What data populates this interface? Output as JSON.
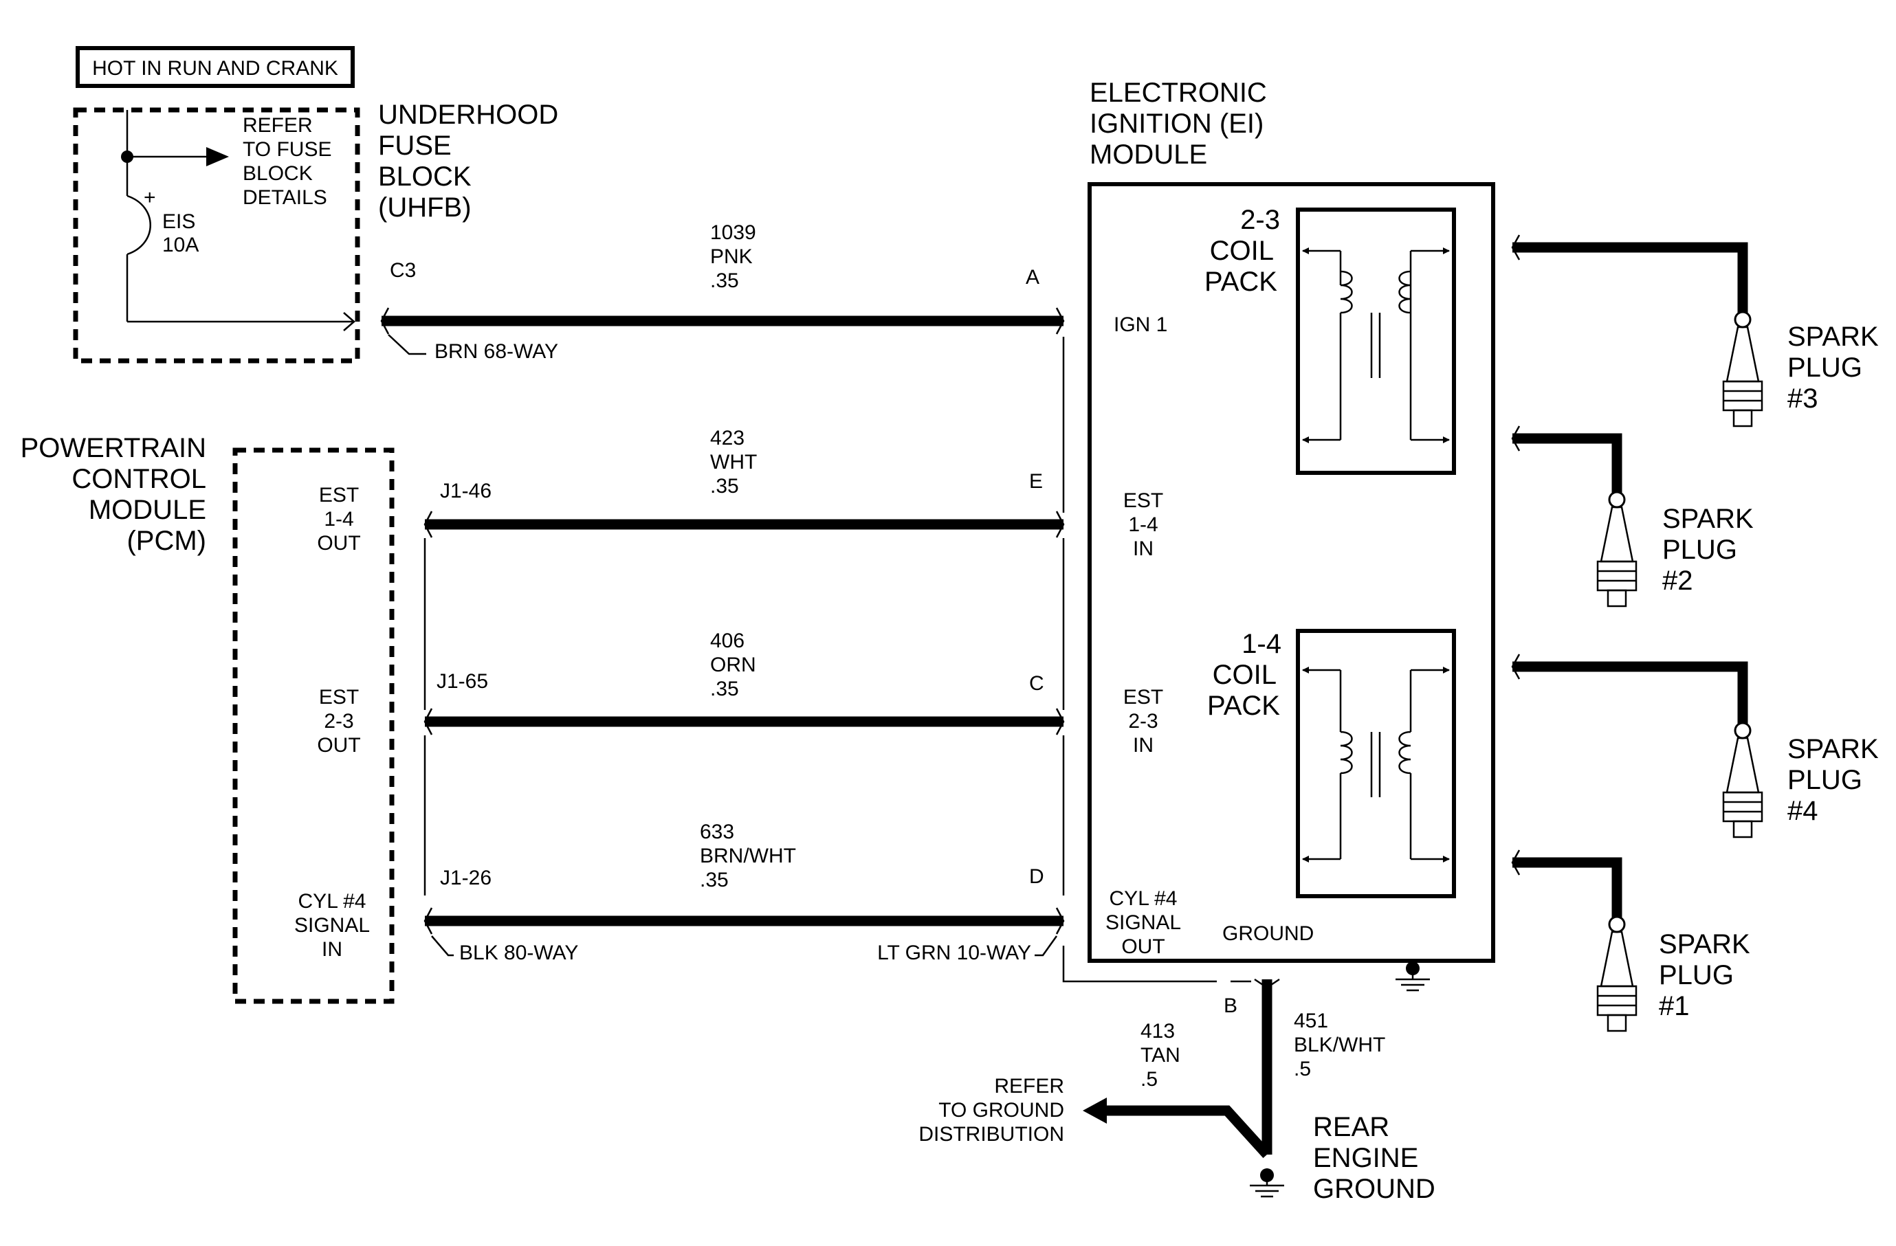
{
  "header_box": "HOT IN RUN AND CRANK",
  "fuse_block": {
    "name": [
      "UNDERHOOD",
      "FUSE",
      "BLOCK",
      "(UHFB)"
    ],
    "refer": [
      "REFER",
      "TO FUSE",
      "BLOCK",
      "DETAILS"
    ],
    "fuse_plus": "+",
    "fuse": [
      "EIS",
      "10A"
    ],
    "connector": "C3",
    "connector_desc": "BRN 68-WAY"
  },
  "pcm": {
    "name": [
      "POWERTRAIN",
      "CONTROL",
      "MODULE",
      "(PCM)"
    ],
    "pins": [
      [
        "EST",
        "1-4",
        "OUT"
      ],
      [
        "EST",
        "2-3",
        "OUT"
      ],
      [
        "CYL #4",
        "SIGNAL",
        "IN"
      ]
    ],
    "connector_desc": "BLK 80-WAY"
  },
  "ei_module": {
    "name": [
      "ELECTRONIC",
      "IGNITION (EI)",
      "MODULE"
    ],
    "pins": {
      "ign1": "IGN 1",
      "est14_in": [
        "EST",
        "1-4",
        "IN"
      ],
      "est23_in": [
        "EST",
        "2-3",
        "IN"
      ],
      "cyl4_out": [
        "CYL #4",
        "SIGNAL",
        "OUT"
      ],
      "ground": "GROUND"
    },
    "coil_23": [
      "2-3",
      "COIL",
      "PACK"
    ],
    "coil_14": [
      "1-4",
      "COIL",
      "PACK"
    ],
    "connector_desc": "LT GRN 10-WAY",
    "ground_pin": "B"
  },
  "circuits": [
    {
      "num": "1039",
      "color": "PNK",
      "gauge": ".35",
      "from": "C3",
      "to": "A"
    },
    {
      "num": "423",
      "color": "WHT",
      "gauge": ".35",
      "from": "J1-46",
      "to": "E"
    },
    {
      "num": "406",
      "color": "ORN",
      "gauge": ".35",
      "from": "J1-65",
      "to": "C"
    },
    {
      "num": "633",
      "color": "BRN/WHT",
      "gauge": ".35",
      "from": "J1-26",
      "to": "D"
    }
  ],
  "spark_plugs": [
    [
      "SPARK",
      "PLUG",
      "#3"
    ],
    [
      "SPARK",
      "PLUG",
      "#2"
    ],
    [
      "SPARK",
      "PLUG",
      "#4"
    ],
    [
      "SPARK",
      "PLUG",
      "#1"
    ]
  ],
  "ground_wires": [
    {
      "num": "413",
      "color": "TAN",
      "gauge": ".5"
    },
    {
      "num": "451",
      "color": "BLK/WHT",
      "gauge": ".5"
    }
  ],
  "refer_ground": [
    "REFER",
    "TO GROUND",
    "DISTRIBUTION"
  ],
  "rear_ground": [
    "REAR",
    "ENGINE",
    "GROUND"
  ]
}
